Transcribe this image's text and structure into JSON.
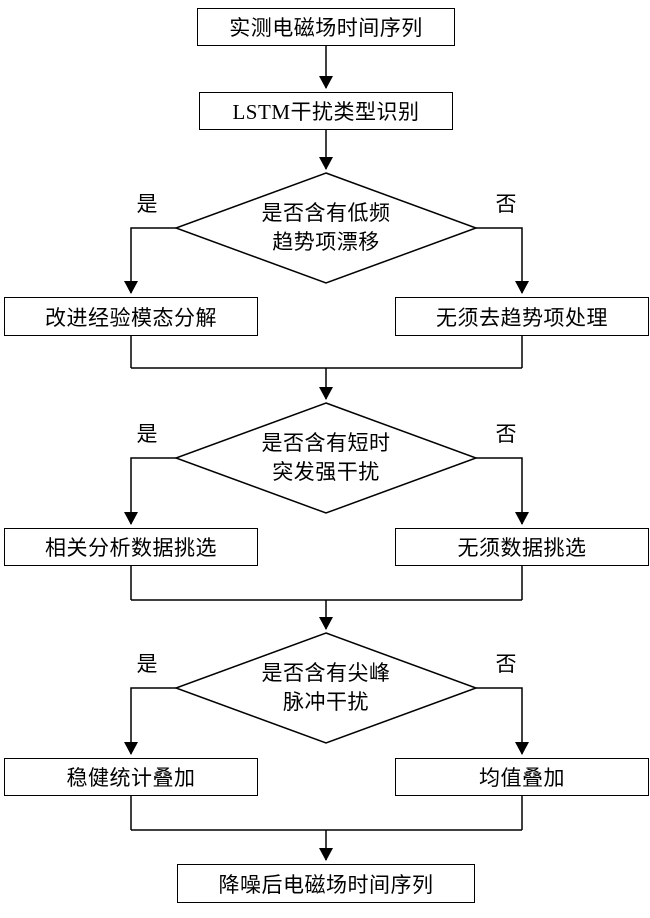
{
  "diagram": {
    "start": "实测电磁场时间序列",
    "lstm": "LSTM干扰类型识别",
    "yes_label": "是",
    "no_label": "否",
    "decisions": [
      {
        "line1": "是否含有低频",
        "line2": "趋势项漂移",
        "yes_branch": "改进经验模态分解",
        "no_branch": "无须去趋势项处理"
      },
      {
        "line1": "是否含有短时",
        "line2": "突发强干扰",
        "yes_branch": "相关分析数据挑选",
        "no_branch": "无须数据挑选"
      },
      {
        "line1": "是否含有尖峰",
        "line2": "脉冲干扰",
        "yes_branch": "稳健统计叠加",
        "no_branch": "均值叠加"
      }
    ],
    "end": "降噪后电磁场时间序列"
  },
  "colors": {
    "stroke": "#000000",
    "background": "#ffffff"
  }
}
